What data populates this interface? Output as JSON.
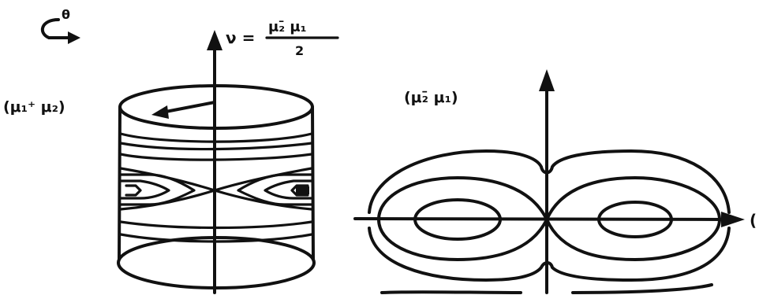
{
  "left_figure": {
    "theta_symbol": "θ",
    "axis_label_nu": "ν =",
    "fraction_numerator": "μ₂̄ μ₁",
    "fraction_denominator": "2",
    "side_label": "(μ₁⁺ μ₂)"
  },
  "right_figure": {
    "vertical_label": "(μ₂̄ μ₁)",
    "horizontal_label": "("
  }
}
